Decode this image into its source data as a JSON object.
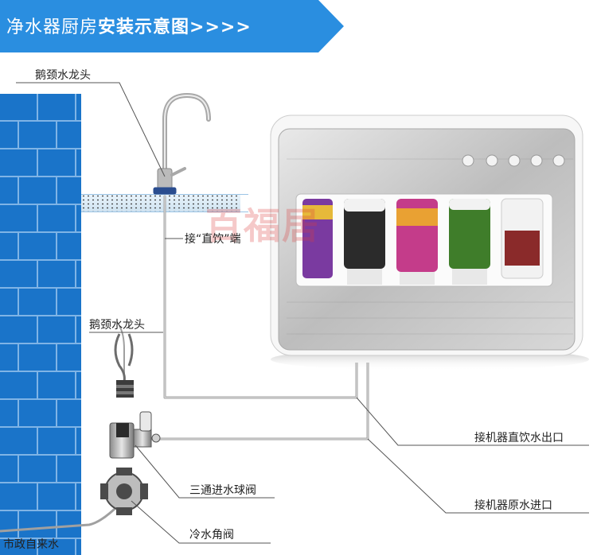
{
  "banner": {
    "title_regular": "净水器厨房",
    "title_bold": "安装示意图>>>>",
    "color": "#2a8ee0"
  },
  "labels": {
    "faucet_top": "鹅颈水龙头",
    "faucet_mid": "鹅颈水龙头",
    "direct_drink_end": "接“直饮”端",
    "machine_outlet": "接机器直饮水出口",
    "tee_ball_valve": "三通进水球阀",
    "machine_inlet": "接机器原水进口",
    "cold_angle_valve": "冷水角阀",
    "municipal_water": "市政自来水"
  },
  "watermark": "百福居",
  "colors": {
    "wall": "#1a74c9",
    "pipe": "#9a9a9a",
    "machine_body": "#c8c8c8"
  }
}
